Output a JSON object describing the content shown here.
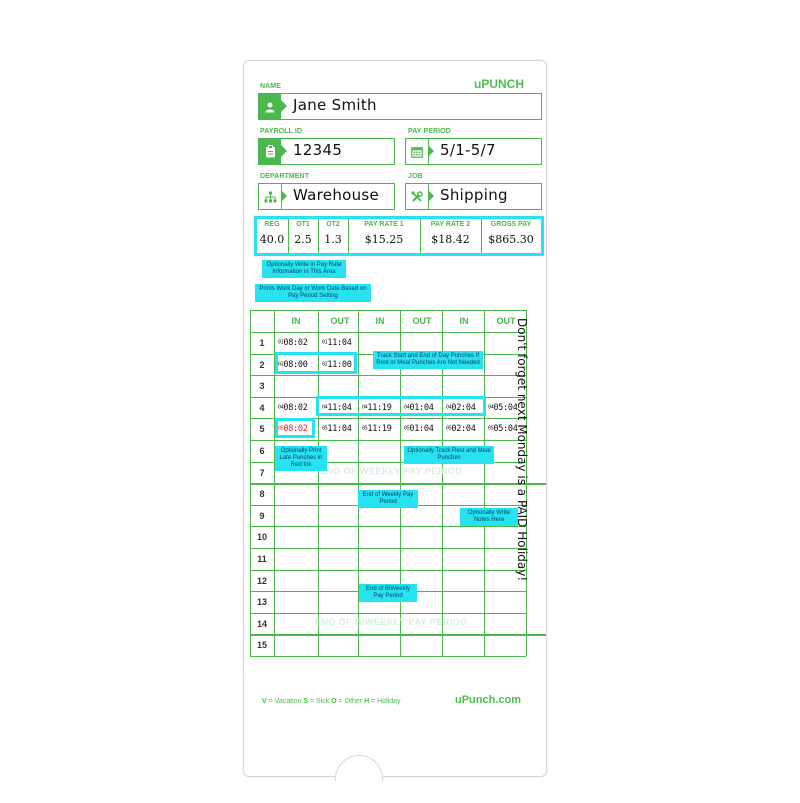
{
  "brand": "uPUNCH",
  "fields": {
    "name": {
      "label": "NAME",
      "value": "Jane Smith"
    },
    "payroll_id": {
      "label": "PAYROLL ID",
      "value": "12345"
    },
    "pay_period": {
      "label": "PAY PERIOD",
      "value": "5/1-5/7"
    },
    "department": {
      "label": "DEPARTMENT",
      "value": "Warehouse"
    },
    "job": {
      "label": "JOB",
      "value": "Shipping"
    }
  },
  "pay_table": [
    {
      "header": "REG",
      "value": "40.0"
    },
    {
      "header": "OT1",
      "value": "2.5"
    },
    {
      "header": "OT2",
      "value": "1.3"
    },
    {
      "header": "PAY RATE 1",
      "value": "$15.25"
    },
    {
      "header": "PAY RATE 2",
      "value": "$18.42"
    },
    {
      "header": "GROSS PAY",
      "value": "$865.30"
    }
  ],
  "callouts": {
    "pay_rate": "Optionally Write in Pay Rate Information in This Area",
    "work_day": "Prints Work Day or Work Date Based on Pay Period Setting",
    "track_day": "Track Start and End of Day Punches If Rest or Meal Punches Are Not Needed",
    "late": "Optionally Print Late Punches in Red Ink",
    "rest_meal": "Optionally Track Rest and Meal Punches",
    "weekly": "End of Weekly Pay Period",
    "notes": "Optionally Write Notes Here",
    "biweekly": "End of BiWeekly Pay Period"
  },
  "columns": [
    "IN",
    "OUT",
    "IN",
    "OUT",
    "IN",
    "OUT"
  ],
  "rows": [
    "1",
    "2",
    "3",
    "4",
    "5",
    "6",
    "7",
    "8",
    "9",
    "10",
    "11",
    "12",
    "13",
    "14",
    "15"
  ],
  "punches": {
    "r1c1": {
      "day": "01",
      "time": "08:02"
    },
    "r1c2": {
      "day": "01",
      "time": "11:04"
    },
    "r2c1": {
      "day": "02",
      "time": "08:00"
    },
    "r2c2": {
      "day": "02",
      "time": "11:00"
    },
    "r4c1": {
      "day": "04",
      "time": "08:02"
    },
    "r4c2": {
      "day": "04",
      "time": "11:04"
    },
    "r4c3": {
      "day": "04",
      "time": "11:19"
    },
    "r4c4": {
      "day": "04",
      "time": "01:04"
    },
    "r4c5": {
      "day": "04",
      "time": "02:04"
    },
    "r4c6": {
      "day": "04",
      "time": "05:04"
    },
    "r5c1": {
      "day": "05",
      "time": "08:02"
    },
    "r5c2": {
      "day": "05",
      "time": "11:04"
    },
    "r5c3": {
      "day": "05",
      "time": "11:19"
    },
    "r5c4": {
      "day": "05",
      "time": "01:04"
    },
    "r5c5": {
      "day": "05",
      "time": "02:04"
    },
    "r5c6": {
      "day": "05",
      "time": "05:04"
    }
  },
  "ghost_weekly": "END OF WEEKLY PAY PERIOD",
  "ghost_biweekly": "END OF BIWEEKLY PAY PERIOD",
  "handwritten_note": "Don't forget next Monday is a PAID Holiday!",
  "legend": {
    "v": "V",
    "v_text": "= Vacation",
    "s": "S",
    "s_text": "= Sick",
    "o": "O",
    "o_text": "= Other",
    "h": "H",
    "h_text": "= Holiday"
  },
  "site": "uPunch.com",
  "colors": {
    "green": "#4ab84a",
    "cyan": "#27e2f0",
    "late": "#e32020"
  },
  "icons": [
    "user-icon",
    "clipboard-icon",
    "calendar-icon",
    "org-chart-icon",
    "tools-icon"
  ]
}
